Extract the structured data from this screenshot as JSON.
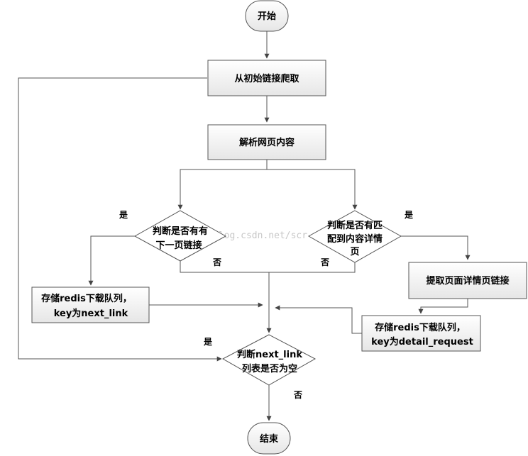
{
  "nodes": {
    "start": "开始",
    "crawl": "从初始链接爬取",
    "parse": "解析网页内容",
    "next_page": [
      "判断是否有有",
      "下一页链接"
    ],
    "detail": [
      "判断是否有匹",
      "配到内容详情",
      "页"
    ],
    "extract": "提取页面详情页链接",
    "store_next": [
      "存储redis下载队列，",
      "key为next_link"
    ],
    "store_detail": [
      "存储redis下载队列，",
      "key为detail_request"
    ],
    "empty_check": [
      "判断next_link",
      "列表是否为空"
    ],
    "end": "结束"
  },
  "labels": {
    "yes_left": "是",
    "no_left": "否",
    "yes_right": "是",
    "no_right": "否",
    "yes_loop": "是",
    "no_bottom": "否"
  },
  "watermark": "blog.csdn.net/scr"
}
